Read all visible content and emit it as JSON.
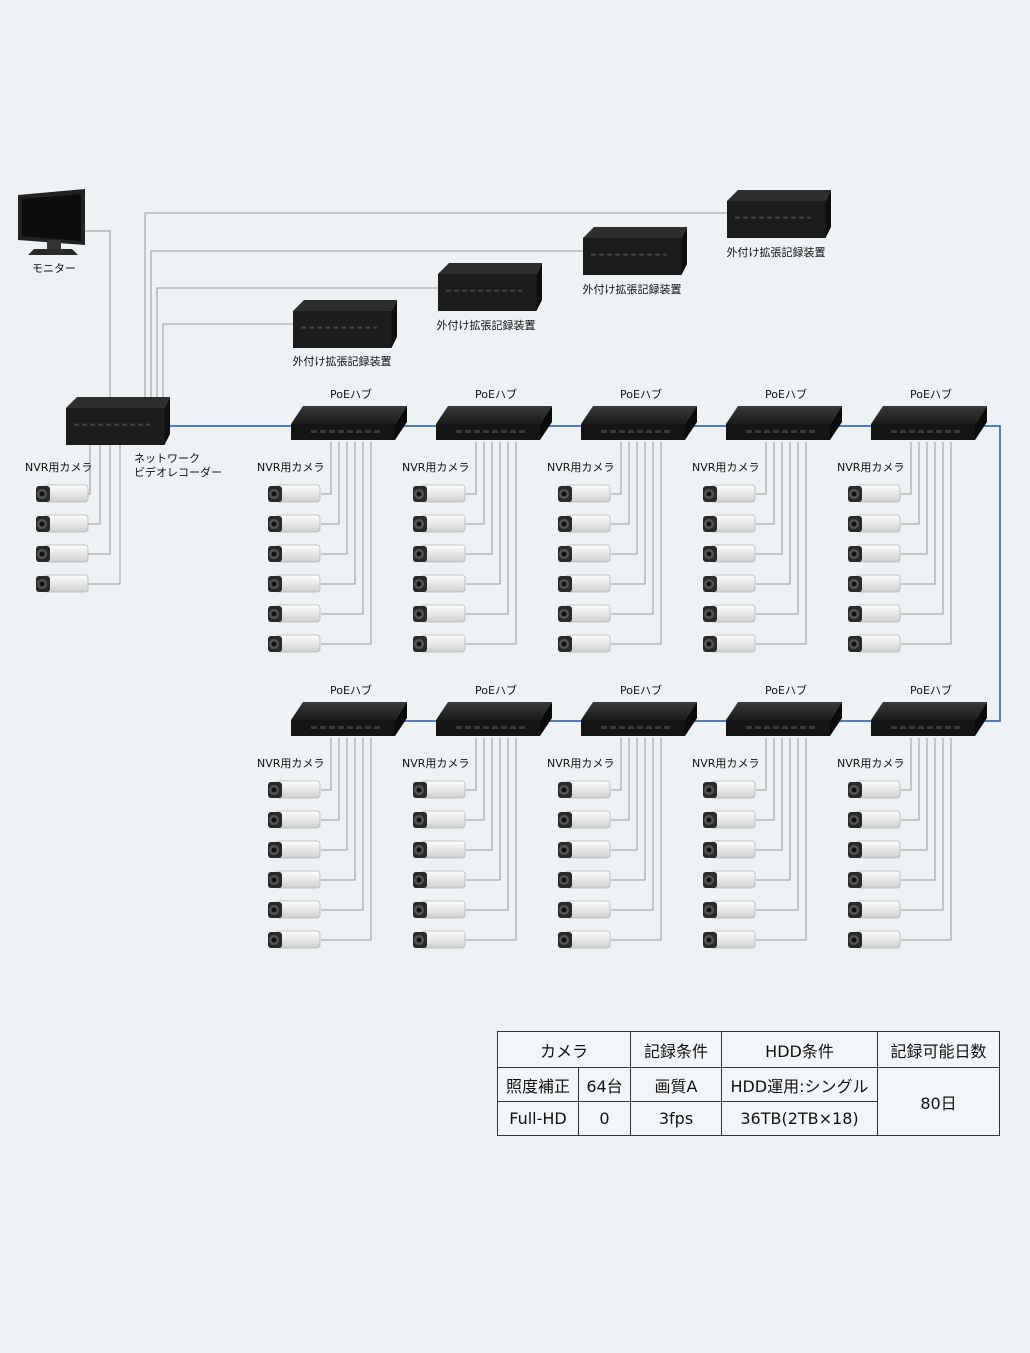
{
  "labels": {
    "monitor": "モニター",
    "nvr": [
      "ネットワーク",
      "ビデオレコーダー"
    ],
    "ext_storage": "外付け拡張記録装置",
    "poe_hub": "PoEハブ",
    "nvr_camera": "NVR用カメラ"
  },
  "table": {
    "headers": [
      "カメラ",
      "記録条件",
      "HDD条件",
      "記録可能日数"
    ],
    "row1": [
      "照度補正",
      "64台",
      "画質A",
      "HDD運用:シングル"
    ],
    "row2": [
      "Full-HD",
      "0",
      "3fps",
      "36TB(2TB×18)"
    ],
    "days": "80日"
  },
  "colors": {
    "background": "#edf2f4",
    "lan_blue": "#2255aa",
    "line_gray": "#999999",
    "device_dark": "#1c1c1c"
  }
}
